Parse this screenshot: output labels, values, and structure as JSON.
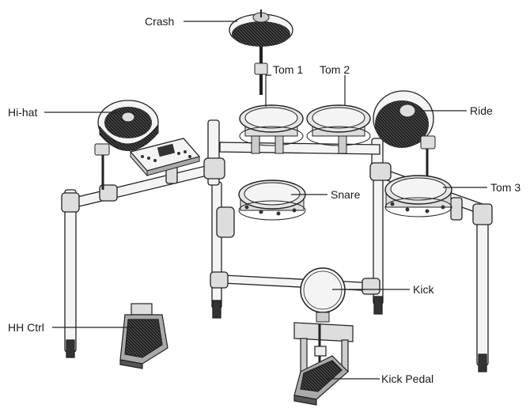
{
  "labels": {
    "crash": "Crash",
    "tom1": "Tom 1",
    "tom2": "Tom 2",
    "hihat": "Hi-hat",
    "ride": "Ride",
    "snare": "Snare",
    "tom3": "Tom 3",
    "kick": "Kick",
    "hhctrl": "HH Ctrl",
    "kickpedal": "Kick Pedal"
  },
  "colors": {
    "line": "#222222",
    "cymbal_dark": "#1c1c1c",
    "pad_head": "#f2f2f2",
    "metal": "#d9d9d9"
  }
}
